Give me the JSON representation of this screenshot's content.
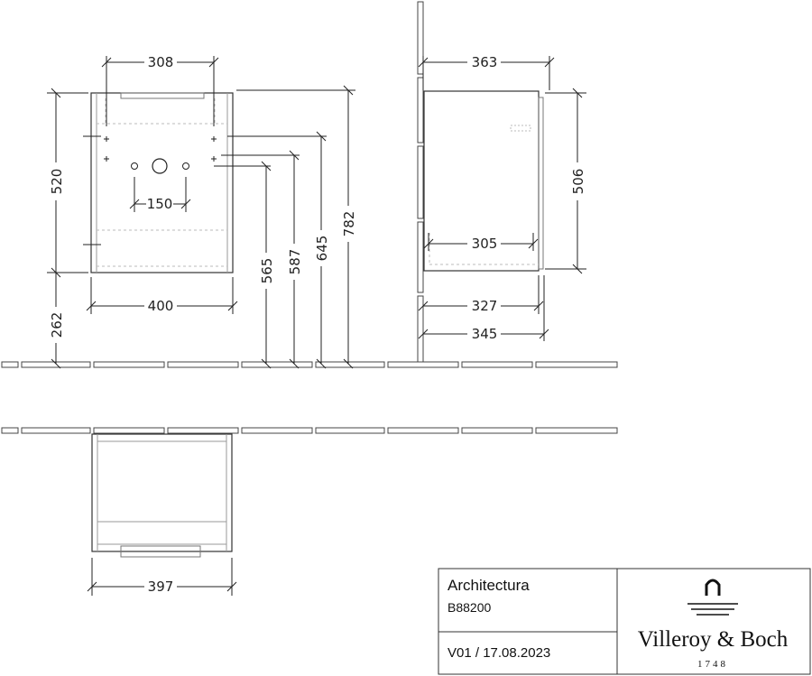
{
  "title_block": {
    "product_name": "Architectura",
    "article_number": "B88200",
    "version": "V01 / 17.08.2023",
    "brand_name": "Villeroy & Boch",
    "brand_year": "1748",
    "logo": "villeroy-boch-fountain-logo"
  },
  "front_view": {
    "dim_top_holes": "308",
    "dim_height": "520",
    "dim_hole_spacing": "150",
    "dim_width": "400",
    "dim_floor": "262",
    "dim_565": "565",
    "dim_587": "587",
    "dim_645": "645",
    "dim_782": "782"
  },
  "side_view": {
    "dim_depth_top": "363",
    "dim_height": "506",
    "dim_305": "305",
    "dim_327": "327",
    "dim_345": "345"
  },
  "plan_view": {
    "dim_width": "397"
  },
  "colors": {
    "line": "#222222",
    "light_line": "#9a9a9a",
    "dashed": "#b0b0b0"
  }
}
